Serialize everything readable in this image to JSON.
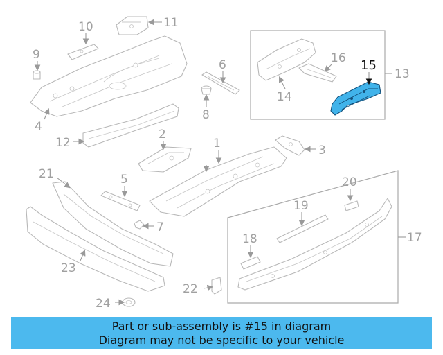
{
  "highlight": {
    "part_number": "15",
    "color": "#41b3ea",
    "outline_color": "#14507a"
  },
  "callouts": {
    "c1": "1",
    "c2": "2",
    "c3": "3",
    "c4": "4",
    "c5": "5",
    "c6": "6",
    "c7": "7",
    "c8": "8",
    "c9": "9",
    "c10": "10",
    "c11": "11",
    "c12": "12",
    "c13": "13",
    "c14": "14",
    "c15": "15",
    "c16": "16",
    "c17": "17",
    "c18": "18",
    "c19": "19",
    "c20": "20",
    "c21": "21",
    "c22": "22",
    "c23": "23",
    "c24": "24"
  },
  "banner": {
    "line1": "Part or sub-assembly is #15 in diagram",
    "line2": "Diagram may not be specific to your vehicle",
    "background": "#4cb9ee"
  }
}
